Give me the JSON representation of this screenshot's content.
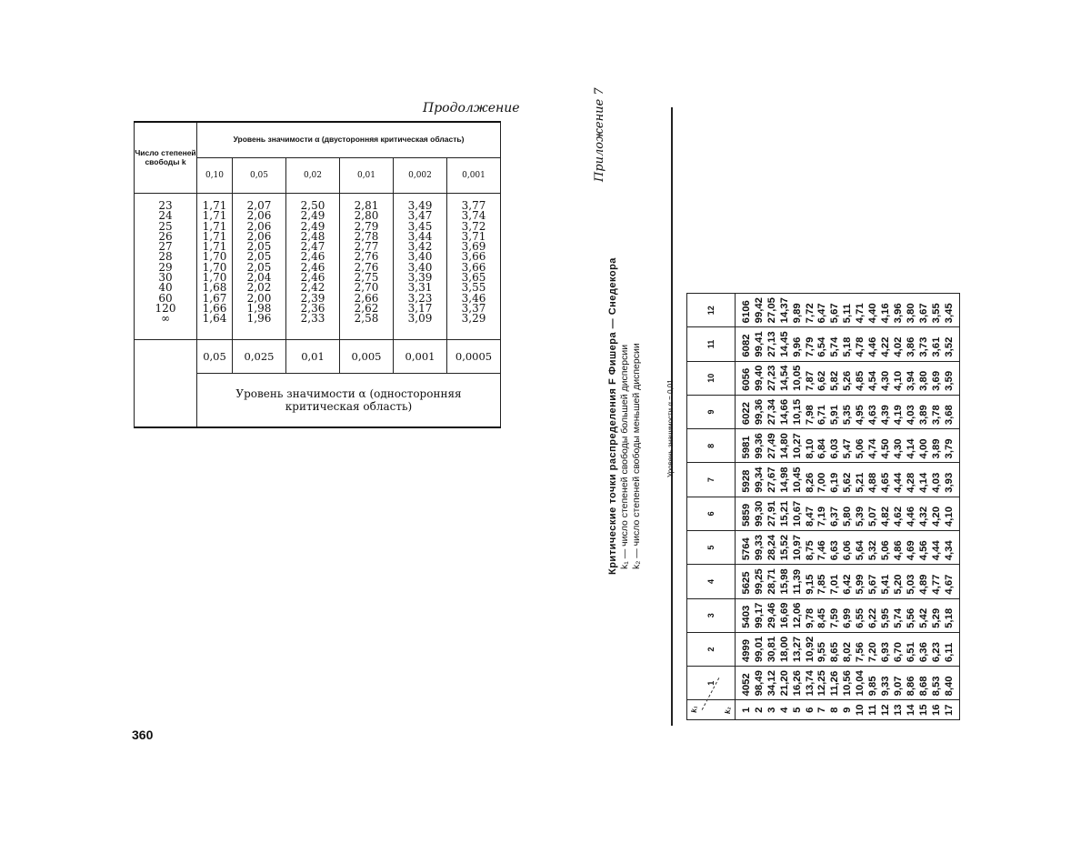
{
  "left_page": {
    "continuation_label": "Продолжение",
    "page_number": "360",
    "table": {
      "dof_header": "Число степеней свободы k",
      "two_sided_header": "Уровень значимости α (двусторонняя критическая область)",
      "two_sided_levels": [
        "0,10",
        "0,05",
        "0,02",
        "0,01",
        "0,002",
        "0,001"
      ],
      "rows": [
        {
          "k": "23",
          "values": [
            "1,71",
            "2,07",
            "2,50",
            "2,81",
            "3,49",
            "3,77"
          ]
        },
        {
          "k": "24",
          "values": [
            "1,71",
            "2,06",
            "2,49",
            "2,80",
            "3,47",
            "3,74"
          ]
        },
        {
          "k": "25",
          "values": [
            "1,71",
            "2,06",
            "2,49",
            "2,79",
            "3,45",
            "3,72"
          ]
        },
        {
          "k": "26",
          "values": [
            "1,71",
            "2,06",
            "2,48",
            "2,78",
            "3,44",
            "3,71"
          ]
        },
        {
          "k": "27",
          "values": [
            "1,71",
            "2,05",
            "2,47",
            "2,77",
            "3,42",
            "3,69"
          ]
        },
        {
          "k": "28",
          "values": [
            "1,70",
            "2,05",
            "2,46",
            "2,76",
            "3,40",
            "3,66"
          ]
        },
        {
          "k": "29",
          "values": [
            "1,70",
            "2,05",
            "2,46",
            "2,76",
            "3,40",
            "3,66"
          ]
        },
        {
          "k": "30",
          "values": [
            "1,70",
            "2,04",
            "2,46",
            "2,75",
            "3,39",
            "3,65"
          ]
        },
        {
          "k": "40",
          "values": [
            "1,68",
            "2,02",
            "2,42",
            "2,70",
            "3,31",
            "3,55"
          ]
        },
        {
          "k": "60",
          "values": [
            "1,67",
            "2,00",
            "2,39",
            "2,66",
            "3,23",
            "3,46"
          ]
        },
        {
          "k": "120",
          "values": [
            "1,66",
            "1,98",
            "2,36",
            "2,62",
            "3,17",
            "3,37"
          ]
        },
        {
          "k": "∞",
          "values": [
            "1,64",
            "1,96",
            "2,33",
            "2,58",
            "3,09",
            "3,29"
          ]
        }
      ],
      "one_sided_levels": [
        "0,05",
        "0,025",
        "0,01",
        "0,005",
        "0,001",
        "0,0005"
      ],
      "one_sided_header": "Уровень значимости α (односторонняя критическая область)"
    }
  },
  "right_page": {
    "appendix_label": "Приложение 7",
    "title": "Критические точки распределения F Фишера — Снедекора",
    "legend_k1": "k₁ — число степеней свободы большей дисперсии",
    "legend_k2": "k₂ — число степеней свободы меньшей дисперсии",
    "alpha_level": "Уровень значимости α = 0,01",
    "corner_k1": "k₁",
    "corner_k2": "k₂",
    "k1_values": [
      "1",
      "2",
      "3",
      "4",
      "5",
      "6",
      "7",
      "8",
      "9",
      "10",
      "11",
      "12"
    ],
    "k2_values": [
      "1",
      "2",
      "3",
      "4",
      "5",
      "6",
      "7",
      "8",
      "9",
      "10",
      "11",
      "12",
      "13",
      "14",
      "15",
      "16",
      "17"
    ],
    "columns": [
      [
        "4052",
        "98,49",
        "34,12",
        "21,20",
        "16,26",
        "13,74",
        "12,25",
        "11,26",
        "10,56",
        "10,04",
        "9,85",
        "9,33",
        "9,07",
        "8,86",
        "8,68",
        "8,53",
        "8,40"
      ],
      [
        "4999",
        "99,01",
        "30,81",
        "18,00",
        "13,27",
        "10,92",
        "9,55",
        "8,65",
        "8,02",
        "7,56",
        "7,20",
        "6,93",
        "6,70",
        "6,51",
        "6,36",
        "6,23",
        "6,11"
      ],
      [
        "5403",
        "99,17",
        "29,46",
        "16,69",
        "12,06",
        "9,78",
        "8,45",
        "7,59",
        "6,99",
        "6,55",
        "6,22",
        "5,95",
        "5,74",
        "5,56",
        "5,42",
        "5,29",
        "5,18"
      ],
      [
        "5625",
        "99,25",
        "28,71",
        "15,98",
        "11,39",
        "9,15",
        "7,85",
        "7,01",
        "6,42",
        "5,99",
        "5,67",
        "5,41",
        "5,20",
        "5,03",
        "4,89",
        "4,77",
        "4,67"
      ],
      [
        "5764",
        "99,33",
        "28,24",
        "15,52",
        "10,97",
        "8,75",
        "7,46",
        "6,63",
        "6,06",
        "5,64",
        "5,32",
        "5,06",
        "4,86",
        "4,69",
        "4,56",
        "4,44",
        "4,34"
      ],
      [
        "5859",
        "99,30",
        "27,91",
        "15,21",
        "10,67",
        "8,47",
        "7,19",
        "6,37",
        "5,80",
        "5,39",
        "5,07",
        "4,82",
        "4,62",
        "4,46",
        "4,32",
        "4,20",
        "4,10"
      ],
      [
        "5928",
        "99,34",
        "27,67",
        "14,98",
        "10,45",
        "8,26",
        "7,00",
        "6,19",
        "5,62",
        "5,21",
        "4,88",
        "4,65",
        "4,44",
        "4,28",
        "4,14",
        "4,03",
        "3,93"
      ],
      [
        "5981",
        "99,36",
        "27,49",
        "14,80",
        "10,27",
        "8,10",
        "6,84",
        "6,03",
        "5,47",
        "5,06",
        "4,74",
        "4,50",
        "4,30",
        "4,14",
        "4,00",
        "3,89",
        "3,79"
      ],
      [
        "6022",
        "99,36",
        "27,34",
        "14,66",
        "10,15",
        "7,98",
        "6,71",
        "5,91",
        "5,35",
        "4,95",
        "4,63",
        "4,39",
        "4,19",
        "4,03",
        "3,89",
        "3,78",
        "3,68"
      ],
      [
        "6056",
        "99,40",
        "27,23",
        "14,54",
        "10,05",
        "7,87",
        "6,62",
        "5,82",
        "5,26",
        "4,85",
        "4,54",
        "4,30",
        "4,10",
        "3,94",
        "3,80",
        "3,69",
        "3,59"
      ],
      [
        "6082",
        "99,41",
        "27,13",
        "14,45",
        "9,96",
        "7,79",
        "6,54",
        "5,74",
        "5,18",
        "4,78",
        "4,46",
        "4,22",
        "4,02",
        "3,86",
        "3,73",
        "3,61",
        "3,52"
      ],
      [
        "6106",
        "99,42",
        "27,05",
        "14,37",
        "9,89",
        "7,72",
        "6,47",
        "5,67",
        "5,11",
        "4,71",
        "4,40",
        "4,16",
        "3,96",
        "3,80",
        "3,67",
        "3,55",
        "3,45"
      ]
    ]
  }
}
